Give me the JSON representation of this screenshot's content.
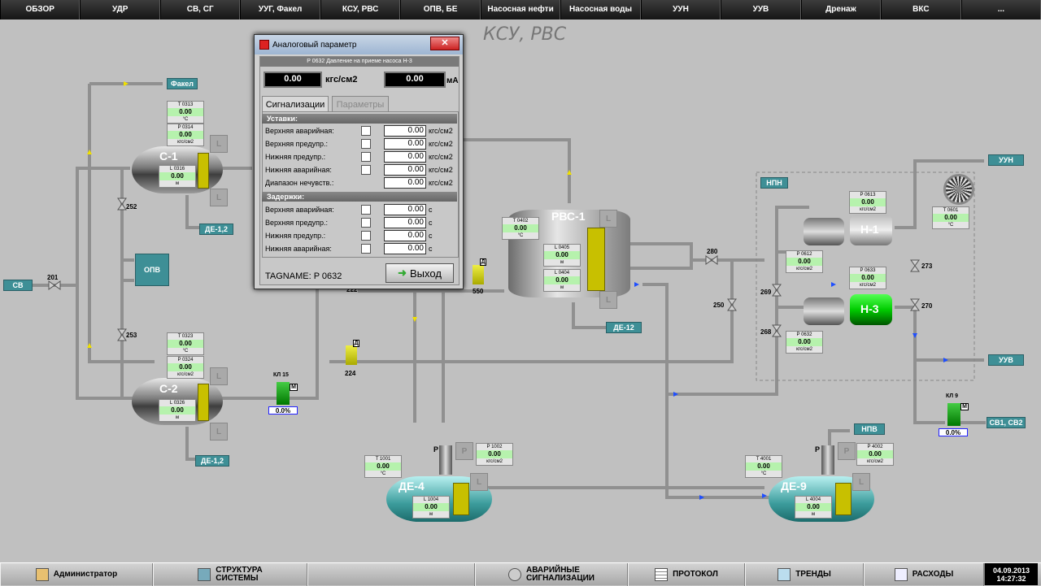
{
  "nav": [
    "ОБЗОР",
    "УДР",
    "СВ, СГ",
    "УУГ, Факел",
    "КСУ, РВС",
    "ОПВ, БЕ",
    "Насосная нефти",
    "Насосная воды",
    "УУН",
    "УУВ",
    "Дренаж",
    "ВКС",
    "..."
  ],
  "scheme_title": "КСУ, РВС",
  "tags": {
    "fakel": "Факел",
    "opv": "ОПВ",
    "sv": "СВ",
    "de12a": "ДЕ-1,2",
    "de12b": "ДЕ-1,2",
    "de12c": "ДЕ-12",
    "npn": "НПН",
    "uun": "УУН",
    "uuv": "УУВ",
    "sv12": "СВ1, СВ2",
    "npv": "НПВ"
  },
  "vessels": {
    "c1": "С-1",
    "c2": "С-2",
    "rvs1": "РВС-1",
    "de4": "ДЕ-4",
    "de9": "ДЕ-9",
    "n1": "Н-1",
    "n3": "Н-3"
  },
  "readouts": [
    {
      "tag": "T 0313",
      "val": "0.00",
      "unit": "°С"
    },
    {
      "tag": "P 0314",
      "val": "0.00",
      "unit": "кгс/см2"
    },
    {
      "tag": "L 0316",
      "val": "0.00",
      "unit": "м"
    },
    {
      "tag": "T 0323",
      "val": "0.00",
      "unit": "°С"
    },
    {
      "tag": "P 0324",
      "val": "0.00",
      "unit": "кгс/см2"
    },
    {
      "tag": "L 0326",
      "val": "0.00",
      "unit": "м"
    },
    {
      "tag": "T 0402",
      "val": "0.00",
      "unit": "°С"
    },
    {
      "tag": "L 0405",
      "val": "0.00",
      "unit": "м"
    },
    {
      "tag": "L 0404",
      "val": "0.00",
      "unit": "м"
    },
    {
      "tag": "P 0613",
      "val": "0.00",
      "unit": "кгс/см2"
    },
    {
      "tag": "T 0601",
      "val": "0.00",
      "unit": "°С"
    },
    {
      "tag": "P 0612",
      "val": "0.00",
      "unit": "кгс/см2"
    },
    {
      "tag": "P 0633",
      "val": "0.00",
      "unit": "кгс/см2"
    },
    {
      "tag": "P 0632",
      "val": "0.00",
      "unit": "кгс/см2"
    },
    {
      "tag": "T 1001",
      "val": "0.00",
      "unit": "°С"
    },
    {
      "tag": "P 1002",
      "val": "0.00",
      "unit": "кгс/см2"
    },
    {
      "tag": "L 1004",
      "val": "0.00",
      "unit": "м"
    },
    {
      "tag": "T 4001",
      "val": "0.00",
      "unit": "°С"
    },
    {
      "tag": "P 4002",
      "val": "0.00",
      "unit": "кгс/см2"
    },
    {
      "tag": "L 4004",
      "val": "0.00",
      "unit": "м"
    }
  ],
  "valves": {
    "v201": "201",
    "v252": "252",
    "v253": "253",
    "v224": "224",
    "v222": "222",
    "v550": "550",
    "v280": "280",
    "v250": "250",
    "v269": "269",
    "v268": "268",
    "v273": "273",
    "v270": "270"
  },
  "kl": {
    "kl15": "КЛ 15",
    "kl9": "КЛ 9",
    "m": "М",
    "d": "Д",
    "p": "P",
    "pct1": "0.0%",
    "pct2": "0.0%"
  },
  "dialog": {
    "title": "Аналоговый параметр",
    "header": "P 0632 Давление на приеме насоса Н-3",
    "value": "0.00",
    "unit": "кгс/см2",
    "ma_value": "0.00",
    "ma_unit": "мА",
    "tab1": "Сигнализации",
    "tab2": "Параметры",
    "sec1": "Уставки:",
    "sec2": "Задержки:",
    "setpoints": [
      {
        "label": "Верхняя аварийная:",
        "val": "0.00",
        "unit": "кгс/см2"
      },
      {
        "label": "Верхняя предупр.:",
        "val": "0.00",
        "unit": "кгс/см2"
      },
      {
        "label": "Нижняя предупр.:",
        "val": "0.00",
        "unit": "кгс/см2"
      },
      {
        "label": "Нижняя аварийная:",
        "val": "0.00",
        "unit": "кгс/см2"
      },
      {
        "label": "Диапазон нечувств.:",
        "val": "0.00",
        "unit": "кгс/см2"
      }
    ],
    "delays": [
      {
        "label": "Верхняя аварийная:",
        "val": "0.00",
        "unit": "с"
      },
      {
        "label": "Верхняя предупр.:",
        "val": "0.00",
        "unit": "с"
      },
      {
        "label": "Нижняя предупр.:",
        "val": "0.00",
        "unit": "с"
      },
      {
        "label": "Нижняя аварийная:",
        "val": "0.00",
        "unit": "с"
      }
    ],
    "tagname": "TAGNAME: P 0632",
    "exit": "Выход"
  },
  "bottom": {
    "admin": "Администратор",
    "struct1": "СТРУКТУРА",
    "struct2": "СИСТЕМЫ",
    "alarm1": "АВАРИЙНЫЕ",
    "alarm2": "СИГНАЛИЗАЦИИ",
    "protocol": "ПРОТОКОЛ",
    "trends": "ТРЕНДЫ",
    "costs": "РАСХОДЫ",
    "date": "04.09.2013",
    "time": "14:27:32"
  }
}
